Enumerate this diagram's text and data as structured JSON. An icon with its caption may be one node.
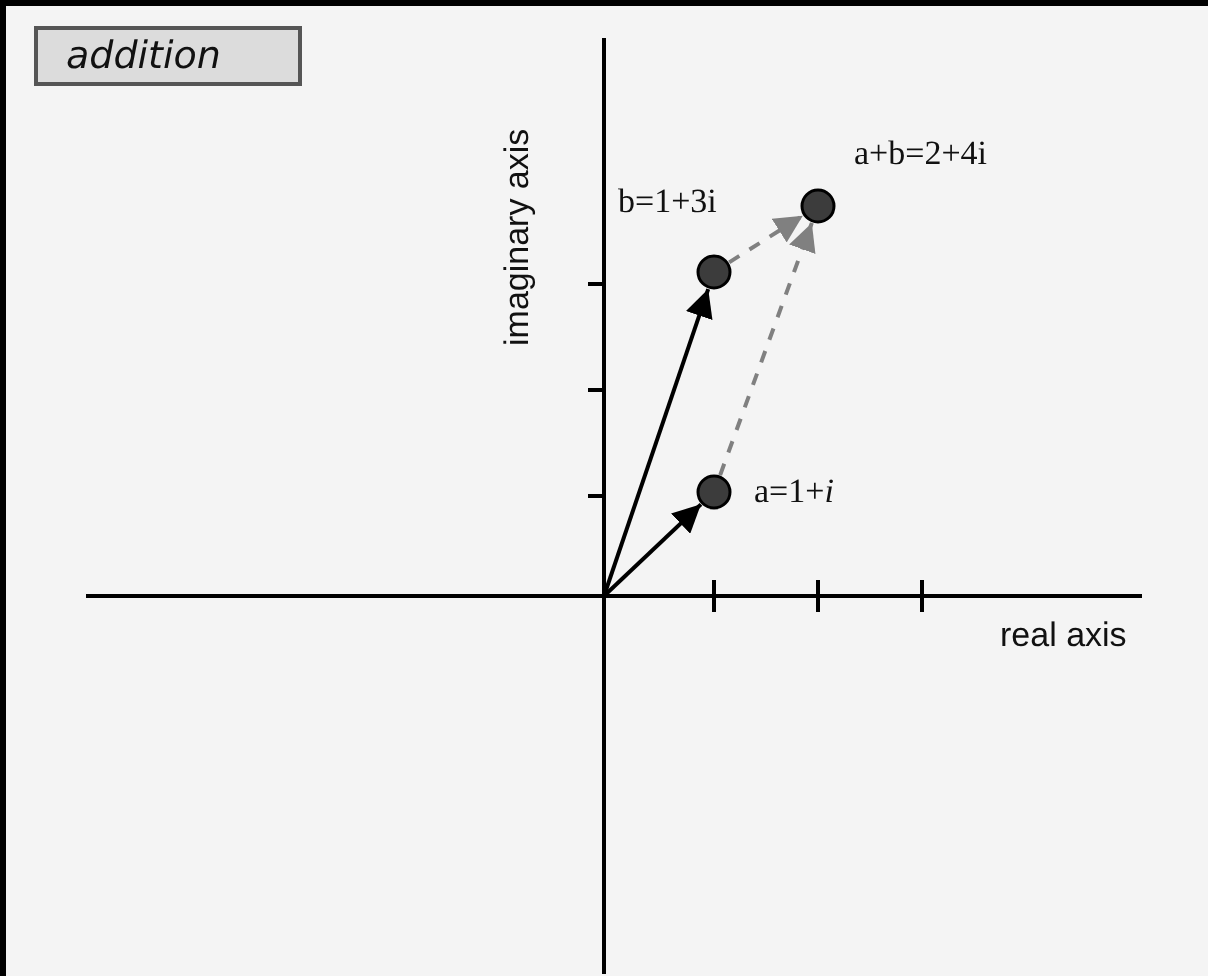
{
  "diagram": {
    "title": "addition",
    "nodes": [
      {
        "text": [],
        "shape": "circle",
        "beside": [
          "a=1+*i*"
        ]
      },
      {
        "text": [],
        "shape": "circle",
        "beside": [
          "b=1+3i"
        ]
      },
      {
        "text": [],
        "shape": "circle",
        "beside": [
          "a+b=2+4i"
        ]
      }
    ],
    "edges": [
      {
        "from": null,
        "to": 0,
        "arrow": "to"
      },
      {
        "from": null,
        "to": 1,
        "arrow": "to"
      },
      {
        "from": 1,
        "to": 2,
        "arrow": "to",
        "style": "dashed",
        "color": "#808080"
      },
      {
        "from": 0,
        "to": 2,
        "arrow": "to",
        "style": "dashed",
        "color": "#808080"
      }
    ],
    "labels": [
      "imaginary axis",
      "real axis"
    ]
  }
}
